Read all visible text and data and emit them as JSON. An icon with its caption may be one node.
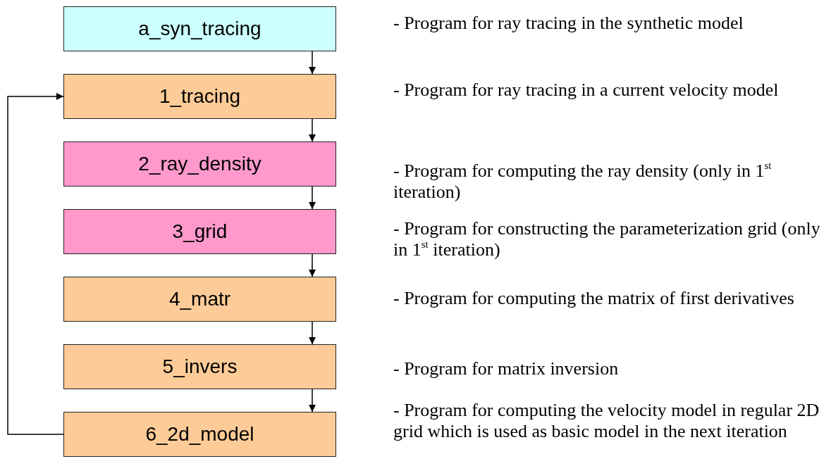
{
  "diagram": {
    "nodes": [
      {
        "text": [
          "a_syn_tracing"
        ]
      },
      {
        "text": [
          "1_tracing"
        ]
      },
      {
        "text": [
          "2_ray_density"
        ]
      },
      {
        "text": [
          "3_grid"
        ]
      },
      {
        "text": [
          "4_matr"
        ]
      },
      {
        "text": [
          "5_invers"
        ]
      },
      {
        "text": [
          "6_2d_model"
        ]
      }
    ],
    "edges": [
      {
        "from": 0,
        "to": 1,
        "arrow": "to"
      },
      {
        "from": 1,
        "to": 2,
        "arrow": "to"
      },
      {
        "from": 2,
        "to": 3,
        "arrow": "to"
      },
      {
        "from": 3,
        "to": 4,
        "arrow": "to"
      },
      {
        "from": 4,
        "to": 5,
        "arrow": "to"
      },
      {
        "from": 5,
        "to": 6,
        "arrow": "to"
      },
      {
        "from": 6,
        "to": 1,
        "arrow": "to"
      }
    ],
    "labels": [
      "- Program for ray tracing in the synthetic model",
      "- Program for ray tracing in a current velocity model",
      "- Program for computing the ray density (only in 1$^{st}$ iteration)",
      "- Program for constructing the parameterization grid (only in 1$^{st}$ iteration)",
      "- Program for computing the matrix of first derivatives",
      "- Program for matrix inversion",
      "- Program for computing the velocity model in regular 2D grid which is used as basic model in the next iteration"
    ]
  }
}
